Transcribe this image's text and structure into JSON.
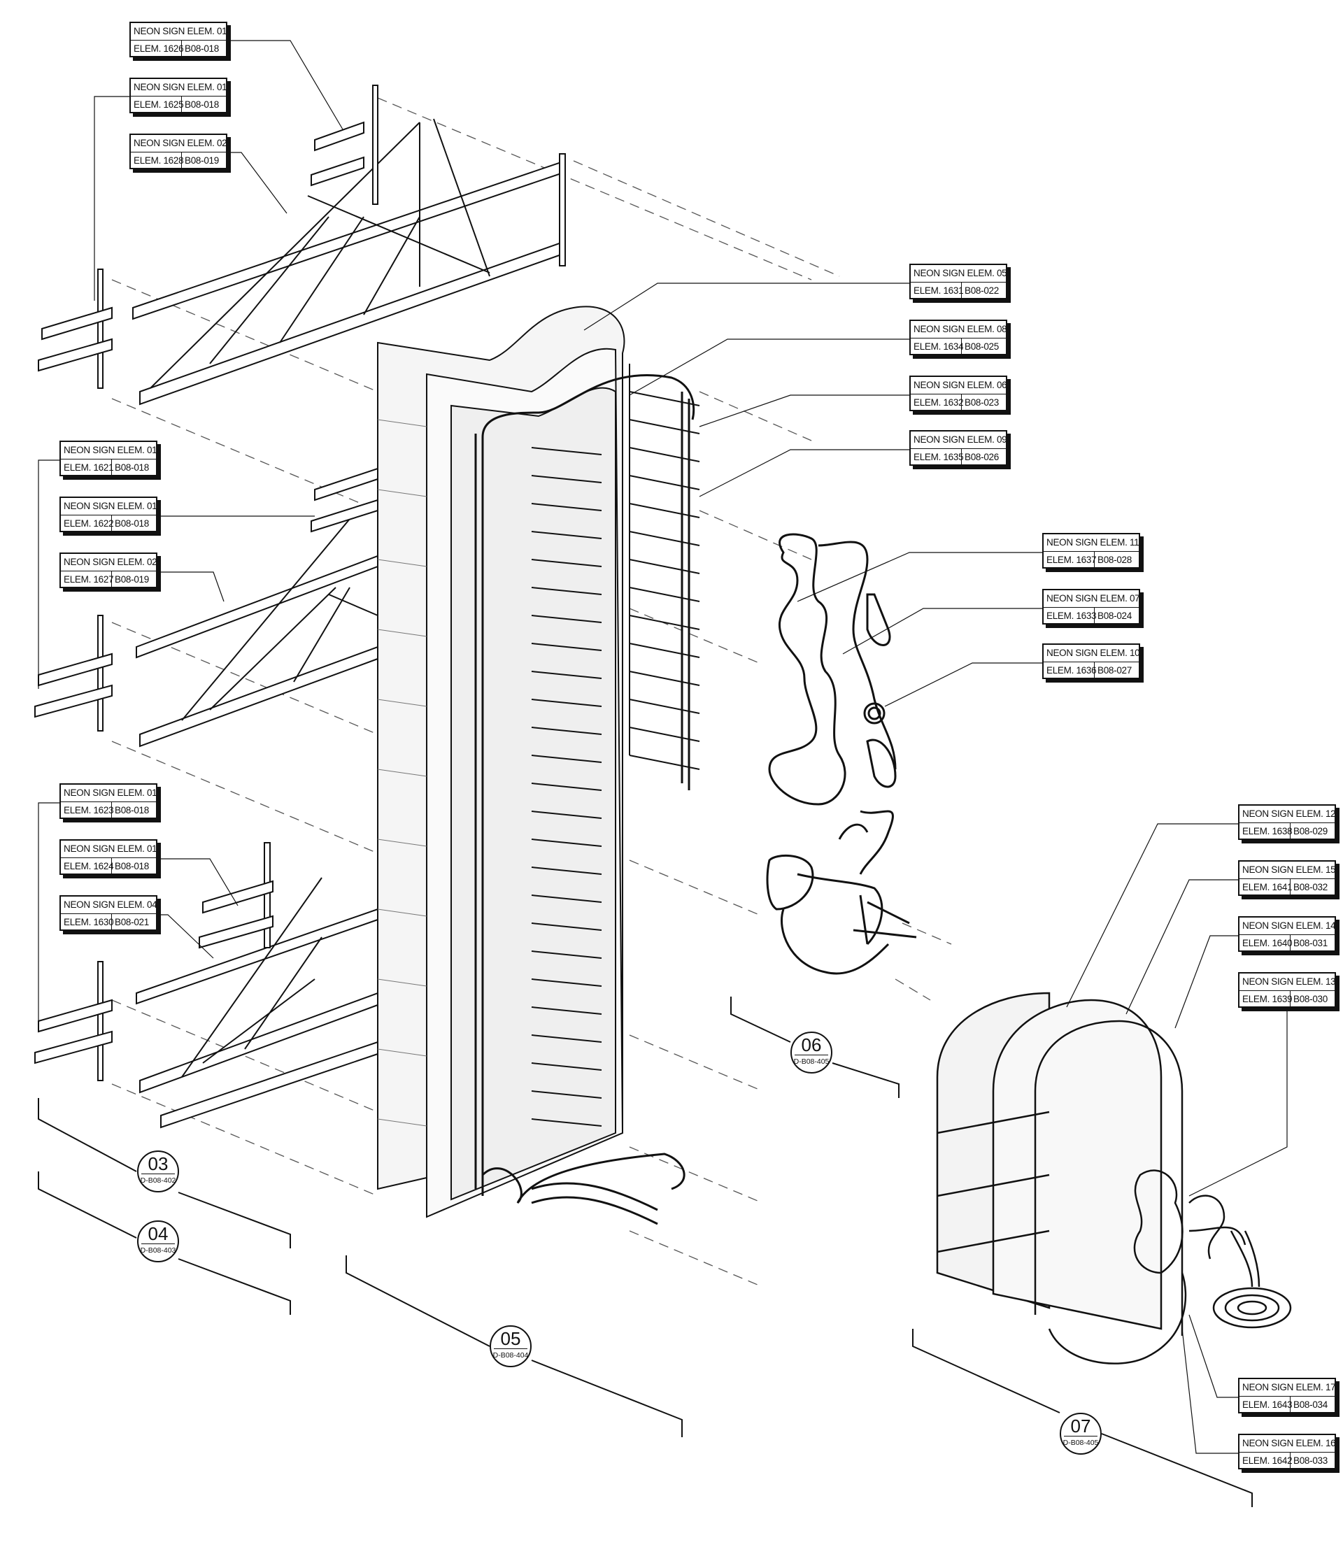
{
  "labels": [
    {
      "key": "t1626",
      "title": "NEON SIGN ELEM. 01",
      "elem": "ELEM. 1626",
      "ref": "B08-018"
    },
    {
      "key": "t1625",
      "title": "NEON SIGN ELEM. 01",
      "elem": "ELEM. 1625",
      "ref": "B08-018"
    },
    {
      "key": "t1628",
      "title": "NEON SIGN ELEM. 02",
      "elem": "ELEM. 1628",
      "ref": "B08-019"
    },
    {
      "key": "t1621",
      "title": "NEON SIGN ELEM. 01",
      "elem": "ELEM. 1621",
      "ref": "B08-018"
    },
    {
      "key": "t1622",
      "title": "NEON SIGN ELEM. 01",
      "elem": "ELEM. 1622",
      "ref": "B08-018"
    },
    {
      "key": "t1627",
      "title": "NEON SIGN ELEM. 02",
      "elem": "ELEM. 1627",
      "ref": "B08-019"
    },
    {
      "key": "t1623",
      "title": "NEON SIGN ELEM. 01",
      "elem": "ELEM. 1623",
      "ref": "B08-018"
    },
    {
      "key": "t1624",
      "title": "NEON SIGN ELEM. 01",
      "elem": "ELEM. 1624",
      "ref": "B08-018"
    },
    {
      "key": "t1630",
      "title": "NEON SIGN ELEM. 04",
      "elem": "ELEM. 1630",
      "ref": "B08-021"
    },
    {
      "key": "t1631",
      "title": "NEON SIGN ELEM. 05",
      "elem": "ELEM. 1631",
      "ref": "B08-022"
    },
    {
      "key": "t1634",
      "title": "NEON SIGN ELEM. 08",
      "elem": "ELEM. 1634",
      "ref": "B08-025"
    },
    {
      "key": "t1632",
      "title": "NEON SIGN ELEM. 06",
      "elem": "ELEM. 1632",
      "ref": "B08-023"
    },
    {
      "key": "t1635",
      "title": "NEON SIGN ELEM. 09",
      "elem": "ELEM. 1635",
      "ref": "B08-026"
    },
    {
      "key": "t1637",
      "title": "NEON SIGN ELEM. 11",
      "elem": "ELEM. 1637",
      "ref": "B08-028"
    },
    {
      "key": "t1633",
      "title": "NEON SIGN ELEM. 07",
      "elem": "ELEM. 1633",
      "ref": "B08-024"
    },
    {
      "key": "t1636",
      "title": "NEON SIGN ELEM. 10",
      "elem": "ELEM. 1636",
      "ref": "B08-027"
    },
    {
      "key": "t1638",
      "title": "NEON SIGN ELEM. 12",
      "elem": "ELEM. 1638",
      "ref": "B08-029"
    },
    {
      "key": "t1641",
      "title": "NEON SIGN ELEM. 15",
      "elem": "ELEM. 1641",
      "ref": "B08-032"
    },
    {
      "key": "t1640",
      "title": "NEON SIGN ELEM. 14",
      "elem": "ELEM. 1640",
      "ref": "B08-031"
    },
    {
      "key": "t1639",
      "title": "NEON SIGN ELEM. 13",
      "elem": "ELEM. 1639",
      "ref": "B08-030"
    },
    {
      "key": "t1643",
      "title": "NEON SIGN ELEM. 17",
      "elem": "ELEM. 1643",
      "ref": "B08-034"
    },
    {
      "key": "t1642",
      "title": "NEON SIGN ELEM. 16",
      "elem": "ELEM. 1642",
      "ref": "B08-033"
    }
  ],
  "bubbles": [
    {
      "key": "b03",
      "number": "03",
      "ref": "D-B08-402"
    },
    {
      "key": "b04",
      "number": "04",
      "ref": "D-B08-403"
    },
    {
      "key": "b05",
      "number": "05",
      "ref": "D-B08-404"
    },
    {
      "key": "b06",
      "number": "06",
      "ref": "D-B08-405"
    },
    {
      "key": "b07",
      "number": "07",
      "ref": "D-B08-405"
    }
  ]
}
